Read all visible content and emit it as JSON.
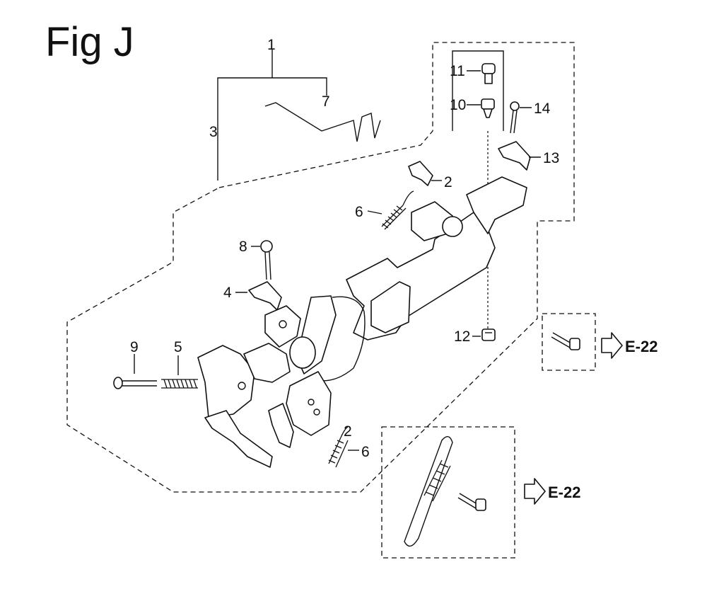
{
  "title": "Fig J",
  "callouts": [
    "1",
    "2",
    "3",
    "4",
    "5",
    "6",
    "7",
    "8",
    "9",
    "10",
    "11",
    "12",
    "13",
    "14",
    "2",
    "6"
  ],
  "refs": [
    "E-22",
    "E-22"
  ]
}
